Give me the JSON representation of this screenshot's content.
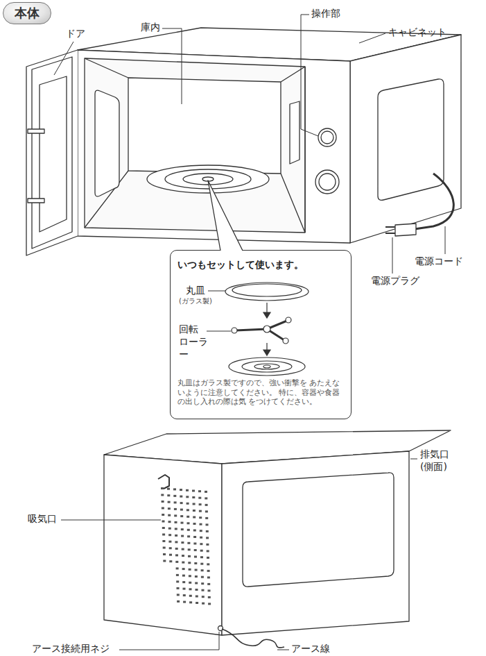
{
  "diagram": {
    "title": "本体",
    "nodes": [
      {
        "text": [
          "いつもセットして使います。",
          "丸皿",
          "(ガラス製)",
          "回転 ローラー",
          "丸皿はガラス製ですので、強い衝撃を あたえないように注意してください。 特に、容器や食器の出し入れの際は気 をつけてください。"
        ]
      }
    ],
    "labels": [
      "ドア",
      "庫内",
      "操作部",
      "キャビネット",
      "電源コード",
      "電源プラグ",
      "排気口 (側面)",
      "吸気口",
      "アース接続用ネジ",
      "アース線"
    ]
  }
}
